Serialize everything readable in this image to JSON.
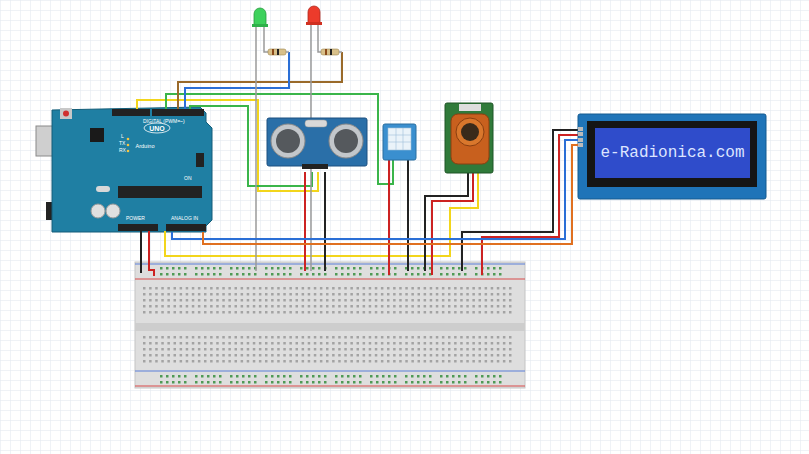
{
  "diagram": {
    "nodes": [
      {
        "text": [
          "UNO",
          "Arduino"
        ]
      },
      {
        "text": [
          "e-Radionica.com"
        ]
      }
    ],
    "edges": [
      {
        "from": 0,
        "to": 1,
        "arrow": "none"
      },
      {
        "from": 0,
        "to": 1,
        "arrow": "none"
      }
    ],
    "labels": [
      "DIGITAL (PWM=~)",
      "TX",
      "RX",
      "L",
      "ON",
      "POWER",
      "ANALOG IN"
    ]
  }
}
